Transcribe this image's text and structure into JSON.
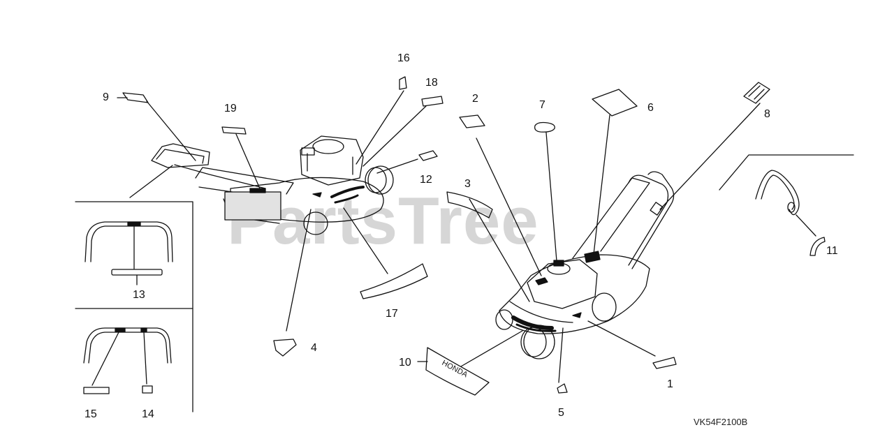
{
  "watermark": "PartsTree",
  "diagram_code": "VK54F2100B",
  "callouts": {
    "c1": "1",
    "c2": "2",
    "c3": "3",
    "c4": "4",
    "c5": "5",
    "c6": "6",
    "c7": "7",
    "c8": "8",
    "c9": "9",
    "c10": "10",
    "c11": "11",
    "c12": "12",
    "c13": "13",
    "c14": "14",
    "c15": "15",
    "c16": "16",
    "c17": "17",
    "c18": "18",
    "c19": "19"
  },
  "decal_text": "HONDA"
}
